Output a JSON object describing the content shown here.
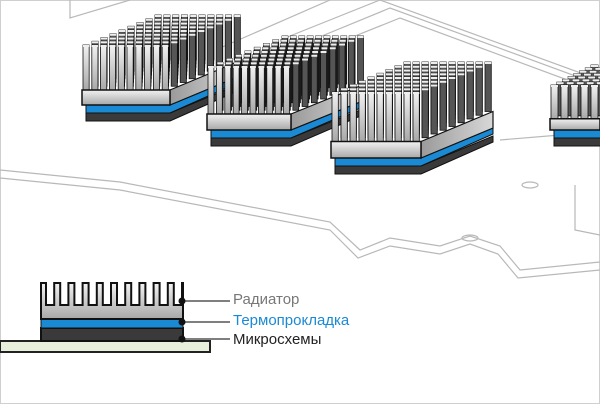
{
  "legend": {
    "items": [
      {
        "label": "Радиатор",
        "color": "#777777"
      },
      {
        "label": "Термопрокладка",
        "color": "#1a8ad4"
      },
      {
        "label": "Микросхемы",
        "color": "#222222"
      }
    ]
  },
  "colors": {
    "thermal_pad": "#1a8ad4",
    "chip": "#3a3a3a",
    "board": "#e8f0dc",
    "heatsink": "#c8c8c8"
  }
}
